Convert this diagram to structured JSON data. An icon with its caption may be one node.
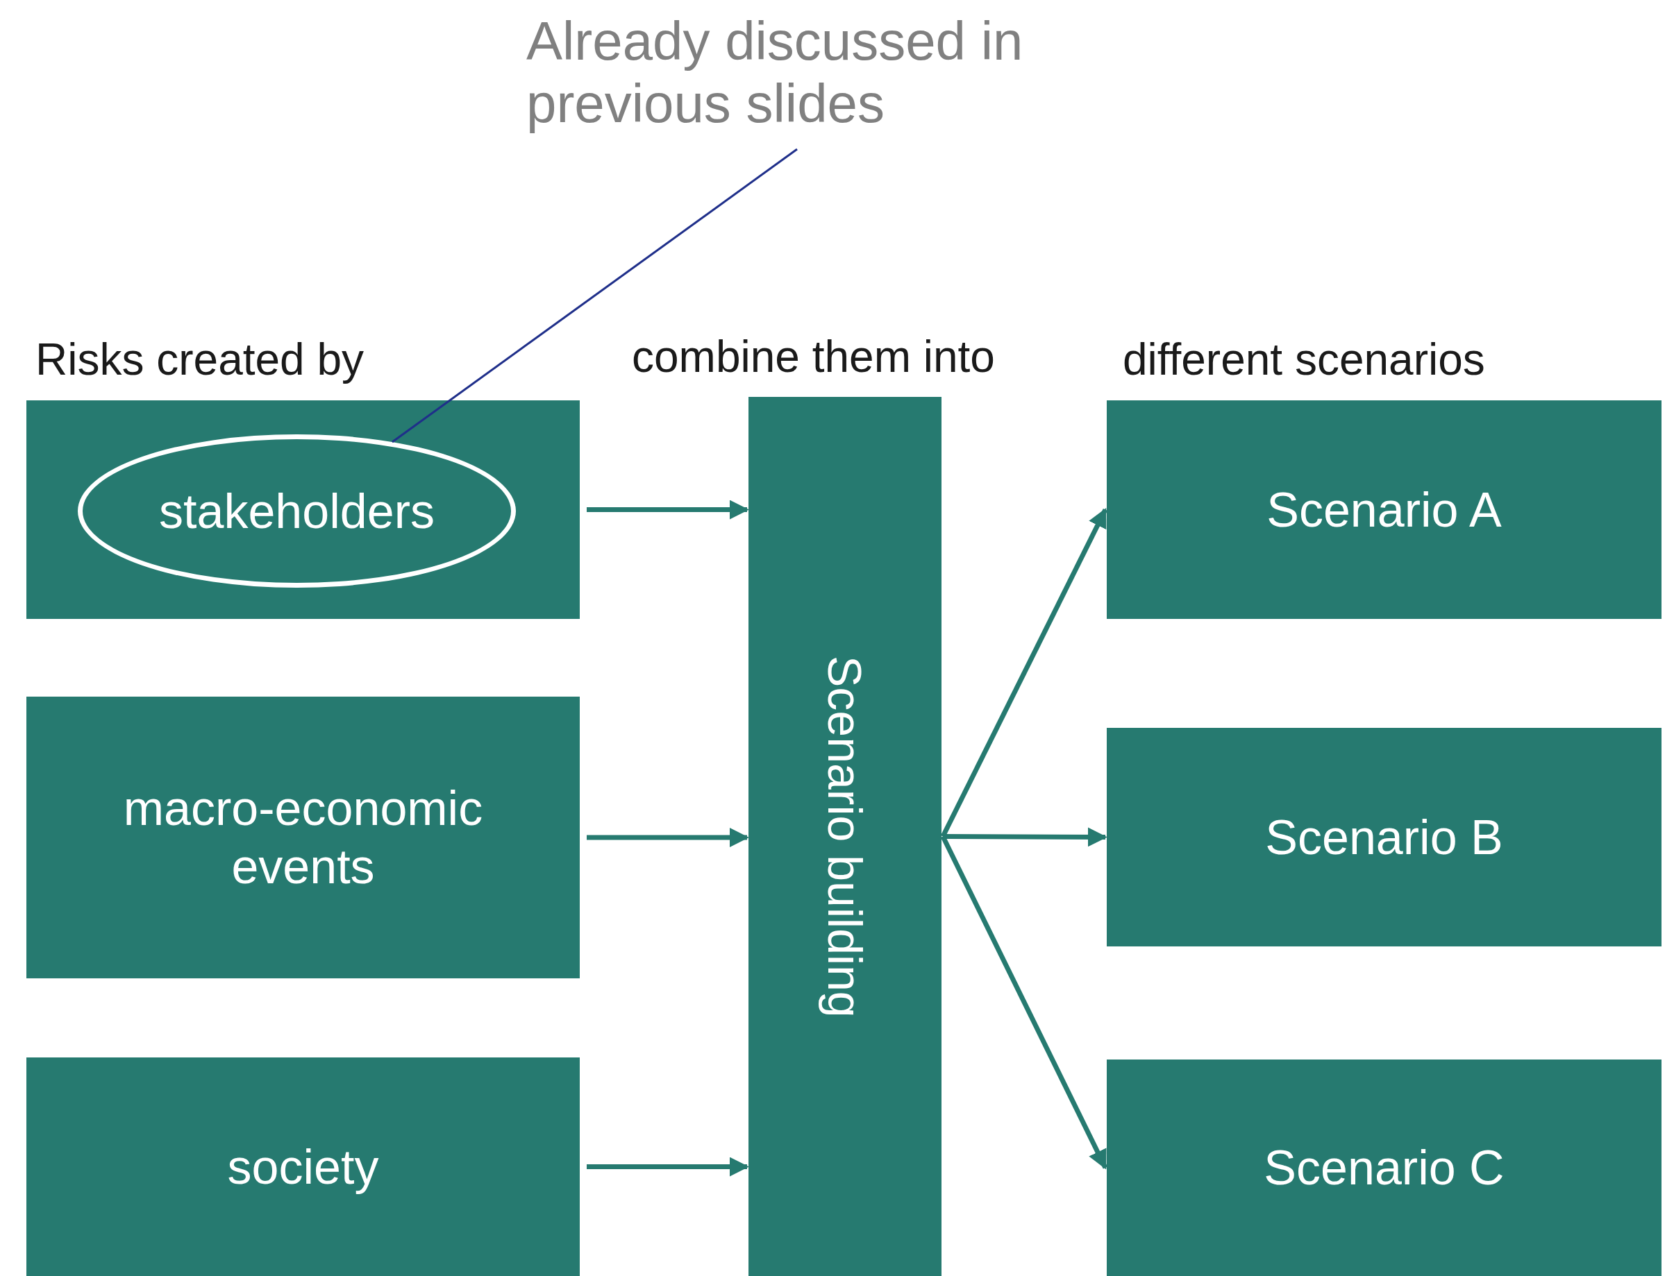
{
  "diagram": {
    "nodes": [
      {
        "text": [
          "Already discussed in previous slides"
        ]
      },
      {
        "text": [],
        "shape": "box"
      },
      {
        "text": [
          "stakeholders"
        ],
        "in": 1
      },
      {
        "text": [
          "macro-economic events"
        ]
      },
      {
        "text": [
          "society"
        ]
      },
      {
        "text": [
          "Scenario building"
        ]
      },
      {
        "text": [
          "Scenario A"
        ]
      },
      {
        "text": [
          "Scenario B"
        ]
      },
      {
        "text": [
          "Scenario C"
        ]
      }
    ],
    "edges": [
      {
        "from": 0,
        "to": 2,
        "arrow": "none",
        "color": "#1f2f8a"
      },
      {
        "from": 1,
        "to": 5,
        "arrow": "to"
      },
      {
        "from": 3,
        "to": 5,
        "arrow": "to"
      },
      {
        "from": 4,
        "to": 5,
        "arrow": "to"
      },
      {
        "from": 5,
        "to": 6,
        "arrow": "to"
      },
      {
        "from": 5,
        "to": 7,
        "arrow": "to"
      },
      {
        "from": 5,
        "to": 8,
        "arrow": "to"
      }
    ],
    "labels": [
      "Risks created by",
      "combine them into",
      "different scenarios"
    ]
  }
}
